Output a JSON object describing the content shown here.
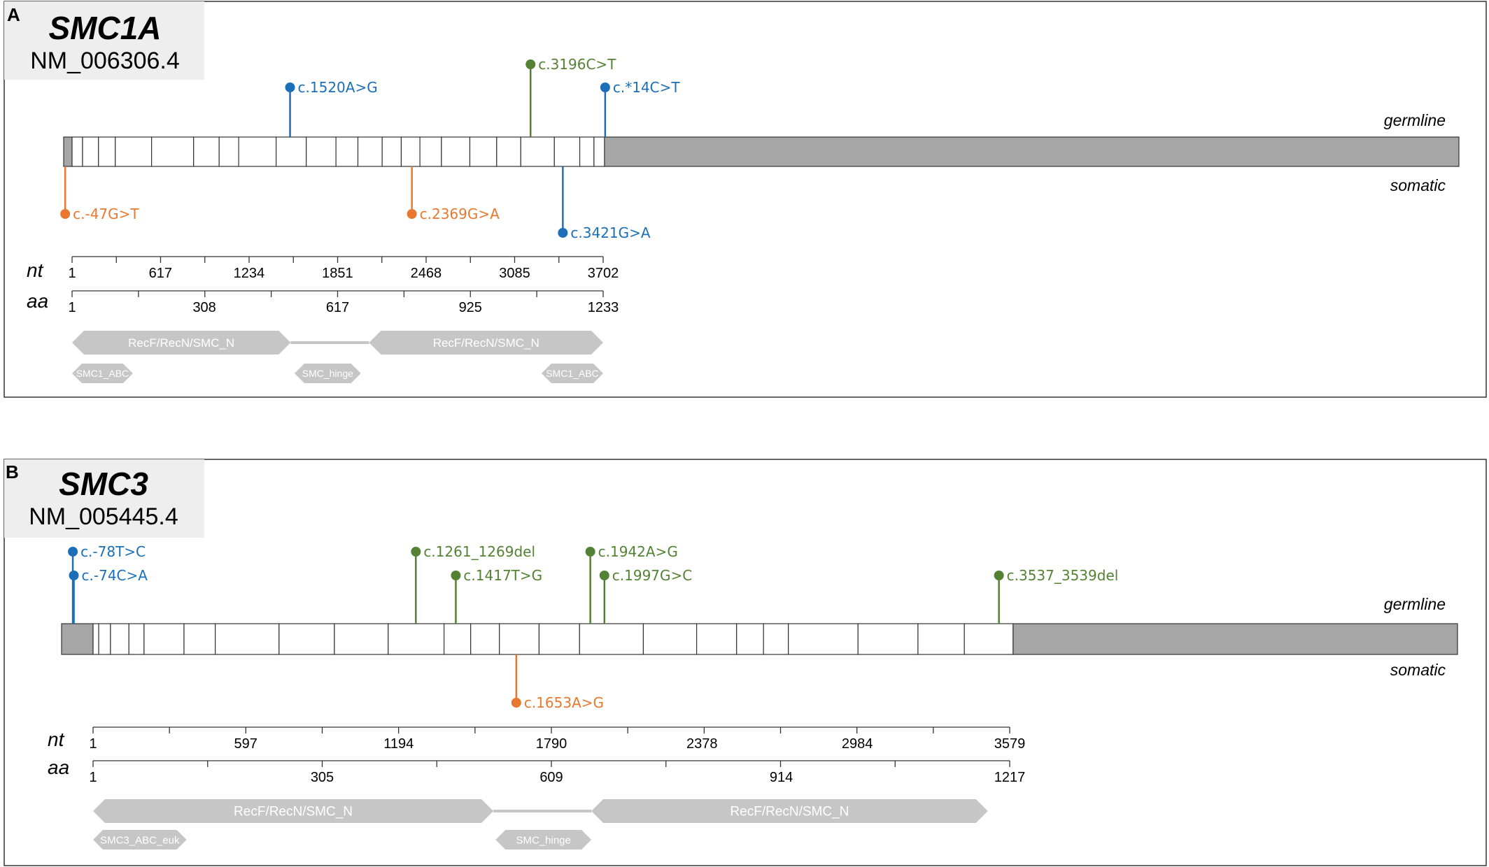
{
  "panels": [
    {
      "letter": "A",
      "gene": "SMC1A",
      "transcript": "NM_006306.4",
      "label_germline": "germline",
      "label_somatic": "somatic",
      "nt_axis": {
        "name": "nt",
        "max": 3702,
        "ticks": [
          "1",
          "617",
          "1234",
          "1851",
          "2468",
          "3085",
          "3702"
        ]
      },
      "aa_axis": {
        "name": "aa",
        "max": 1233,
        "ticks": [
          "1",
          "308",
          "617",
          "925",
          "1233"
        ]
      },
      "exon_bounds": [
        1,
        74,
        185,
        302,
        555,
        848,
        1026,
        1162,
        1423,
        1633,
        1840,
        1993,
        2162,
        2295,
        2425,
        2575,
        2773,
        2960,
        3128,
        3362,
        3539,
        3638,
        3711
      ],
      "variants": [
        {
          "label": "c.1520A>G",
          "pos": 1520,
          "type": "germline",
          "color": "#1b6fb8",
          "tier": 2
        },
        {
          "label": "c.3196C>T",
          "pos": 3196,
          "type": "germline",
          "color": "#548235",
          "tier": 1
        },
        {
          "label": "c.*14C>T",
          "pos": 3716,
          "type": "germline",
          "color": "#1b6fb8",
          "tier": 2
        },
        {
          "label": "c.-47G>T",
          "pos": -47,
          "type": "somatic",
          "color": "#e8782f",
          "tier": 1
        },
        {
          "label": "c.2369G>A",
          "pos": 2369,
          "type": "somatic",
          "color": "#e8782f",
          "tier": 1
        },
        {
          "label": "c.3421G>A",
          "pos": 3421,
          "type": "somatic",
          "color": "#1b6fb8",
          "tier": 2
        }
      ],
      "domains": [
        {
          "name": "RecF/RecN/SMC_N",
          "start": 1,
          "end": 508,
          "row": 1
        },
        {
          "name": "RecF/RecN/SMC_N",
          "start": 690,
          "end": 1233,
          "row": 1
        },
        {
          "name": "SMC1_ABC",
          "start": 1,
          "end": 142,
          "row": 2
        },
        {
          "name": "SMC_hinge",
          "start": 517,
          "end": 671,
          "row": 2
        },
        {
          "name": "SMC1_ABC",
          "start": 1090,
          "end": 1233,
          "row": 2
        }
      ]
    },
    {
      "letter": "B",
      "gene": "SMC3",
      "transcript": "NM_005445.4",
      "label_germline": "germline",
      "label_somatic": "somatic",
      "nt_axis": {
        "name": "nt",
        "max": 3579,
        "ticks": [
          "1",
          "597",
          "1194",
          "1790",
          "2378",
          "2984",
          "3579"
        ]
      },
      "aa_axis": {
        "name": "aa",
        "max": 1217,
        "ticks": [
          "1",
          "305",
          "609",
          "914",
          "1217"
        ]
      },
      "exon_bounds": [
        1,
        23,
        69,
        141,
        200,
        356,
        478,
        727,
        943,
        1153,
        1371,
        1475,
        1587,
        1742,
        1900,
        2149,
        2357,
        2513,
        2618,
        2715,
        2987,
        3221,
        3402,
        3592
      ],
      "variants": [
        {
          "label": "c.-78T>C",
          "pos": -78,
          "type": "germline",
          "color": "#1b6fb8",
          "tier": 1
        },
        {
          "label": "c.-74C>A",
          "pos": -74,
          "type": "germline",
          "color": "#1b6fb8",
          "tier": 2
        },
        {
          "label": "c.1261_1269del",
          "pos": 1261,
          "type": "germline",
          "color": "#548235",
          "tier": 1
        },
        {
          "label": "c.1417T>G",
          "pos": 1417,
          "type": "germline",
          "color": "#548235",
          "tier": 2
        },
        {
          "label": "c.1942A>G",
          "pos": 1942,
          "type": "germline",
          "color": "#548235",
          "tier": 1
        },
        {
          "label": "c.1997G>C",
          "pos": 1997,
          "type": "germline",
          "color": "#548235",
          "tier": 2
        },
        {
          "label": "c.3537_3539del",
          "pos": 3537,
          "type": "germline",
          "color": "#548235",
          "tier": 2
        },
        {
          "label": "c.1653A>G",
          "pos": 1653,
          "type": "somatic",
          "color": "#e8782f",
          "tier": 1
        }
      ],
      "domains": [
        {
          "name": "RecF/RecN/SMC_N",
          "start": 1,
          "end": 532,
          "row": 1
        },
        {
          "name": "RecF/RecN/SMC_N",
          "start": 662,
          "end": 1188,
          "row": 1
        },
        {
          "name": "SMC3_ABC_euk",
          "start": 1,
          "end": 125,
          "row": 2
        },
        {
          "name": "SMC_hinge",
          "start": 535,
          "end": 662,
          "row": 2
        }
      ]
    }
  ]
}
